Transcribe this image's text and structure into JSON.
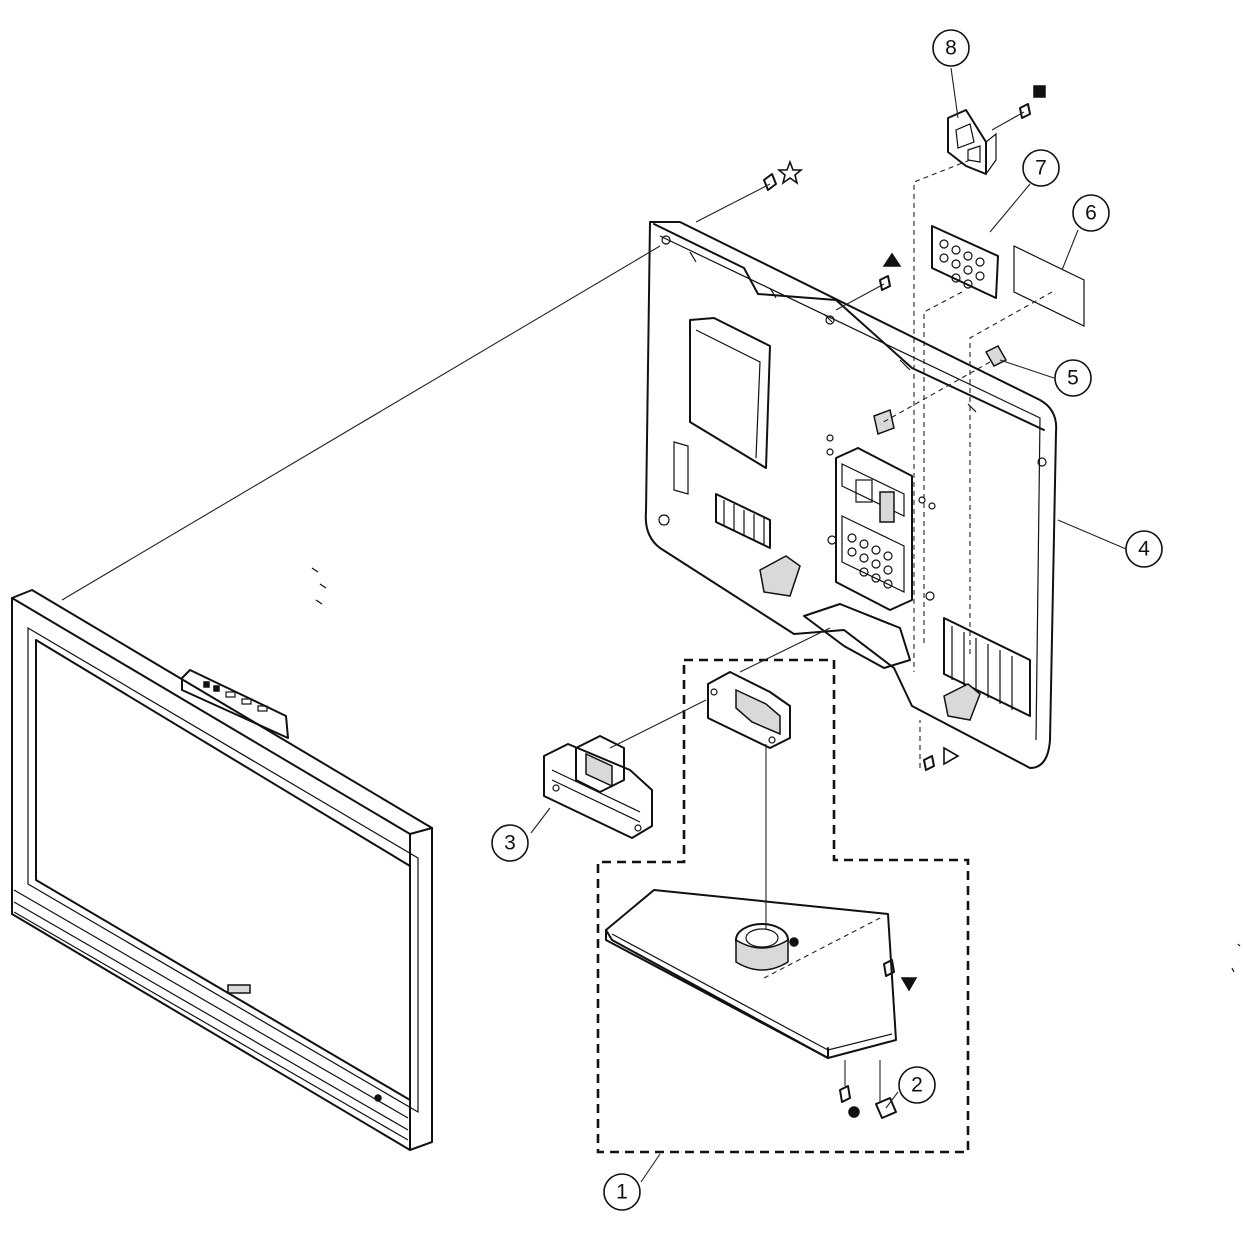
{
  "callouts": [
    {
      "id": "callout-1",
      "label": "1"
    },
    {
      "id": "callout-2",
      "label": "2"
    },
    {
      "id": "callout-3",
      "label": "3"
    },
    {
      "id": "callout-4",
      "label": "4"
    },
    {
      "id": "callout-5",
      "label": "5"
    },
    {
      "id": "callout-6",
      "label": "6"
    },
    {
      "id": "callout-7",
      "label": "7"
    },
    {
      "id": "callout-8",
      "label": "8"
    }
  ],
  "screw_symbols": {
    "top_left_screw": "outline-star",
    "back_cover_screw": "filled-triangle-up",
    "bracket_screw": "filled-square",
    "bottom_screw": "outline-triangle-right",
    "stand_screw_right": "filled-triangle-down",
    "stand_screw_front": "filled-circle"
  }
}
